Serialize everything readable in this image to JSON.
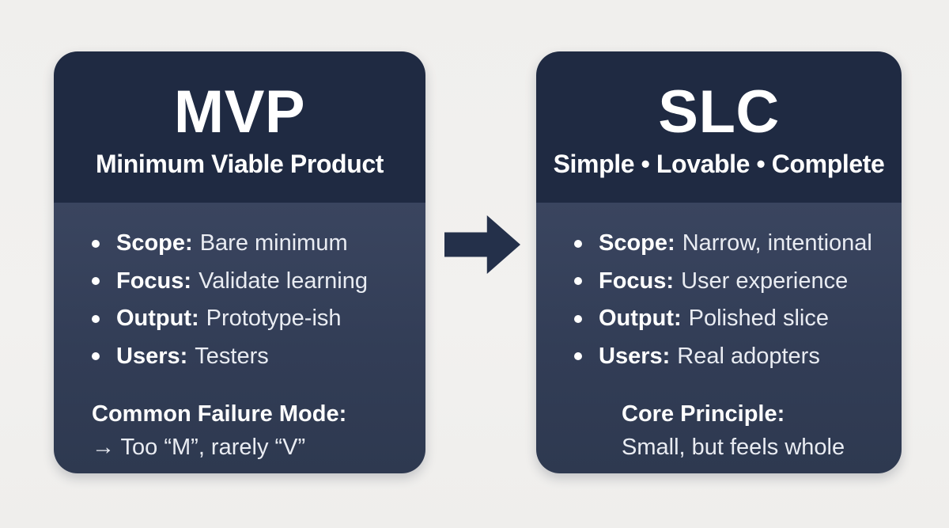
{
  "colors": {
    "background": "#f1f0ee",
    "card_header": "#1f2a42",
    "card_body_top": "#3a455f",
    "card_body_bottom": "#2e3950",
    "arrow": "#24304a",
    "title_text": "#ffffff",
    "body_text": "#e9ecf2"
  },
  "arrow_icon": "right-block-arrow",
  "cards": [
    {
      "id": "mvp",
      "title": "MVP",
      "subtitle": "Minimum Viable Product",
      "bullets": [
        {
          "label": "Scope:",
          "value": "Bare minimum"
        },
        {
          "label": "Focus:",
          "value": "Validate learning"
        },
        {
          "label": "Output:",
          "value": "Prototype-ish"
        },
        {
          "label": "Users:",
          "value": "Testers"
        }
      ],
      "footer": {
        "heading": "Common Failure Mode:",
        "line": "→  Too “M”, rarely “V”"
      }
    },
    {
      "id": "slc",
      "title": "SLC",
      "subtitle": "Simple • Lovable • Complete",
      "bullets": [
        {
          "label": "Scope:",
          "value": "Narrow, intentional"
        },
        {
          "label": "Focus:",
          "value": "User experience"
        },
        {
          "label": "Output:",
          "value": "Polished slice"
        },
        {
          "label": "Users:",
          "value": "Real adopters"
        }
      ],
      "footer": {
        "heading": "Core Principle:",
        "line": "Small, but feels whole"
      }
    }
  ]
}
